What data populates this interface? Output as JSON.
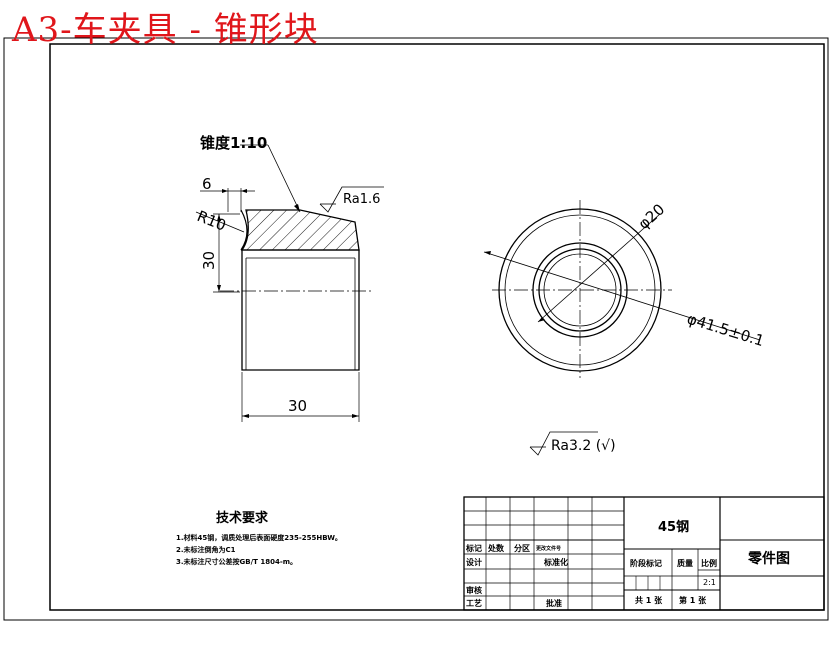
{
  "sheet_title": "A3-车夹具 - 锥形块",
  "side_view": {
    "taper_label": "锥度1:10",
    "dim_chamfer": "6",
    "dim_radius": "R10",
    "dim_height": "30",
    "dim_length": "30",
    "roughness": "Ra1.6"
  },
  "end_view": {
    "dim_inner": "φ20",
    "dim_outer": "φ41.5±0.1"
  },
  "general_roughness": "Ra3.2 (√)",
  "tech_requirements": {
    "heading": "技术要求",
    "items": [
      "1.材料45钢，调质处理后表面硬度235-255HBW。",
      "2.未标注倒角为C1",
      "3.未标注尺寸公差按GB/T 1804-m。"
    ]
  },
  "title_block": {
    "material": "45钢",
    "drawing_name": "零件图",
    "scale": "2:1",
    "labels": {
      "mark": "标记",
      "count": "处数",
      "zone": "分区",
      "change_doc": "更改文件号",
      "design": "设计",
      "standardize": "标准化",
      "stage_mark": "阶段标记",
      "weight": "质量",
      "scale_label": "比例",
      "review": "审核",
      "process": "工艺",
      "approve": "批准",
      "total": "共 1 张",
      "sheet": "第 1 张"
    }
  }
}
